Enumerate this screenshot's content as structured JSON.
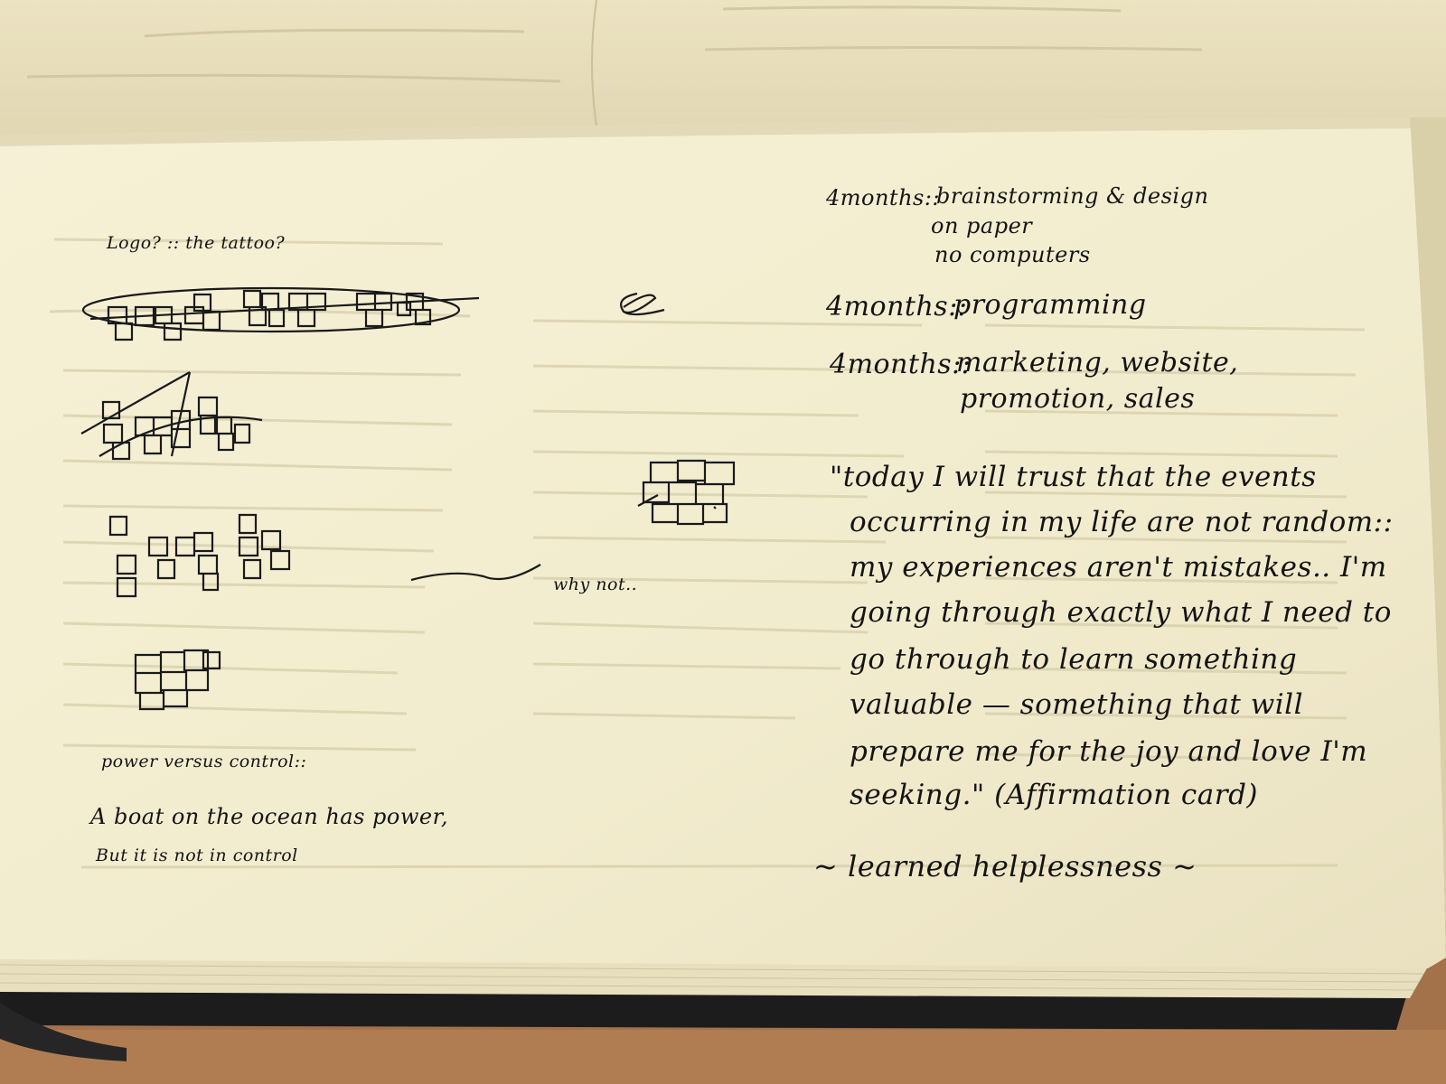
{
  "photo": {
    "subject": "handwritten notebook page",
    "colors": {
      "paper": "#f4efd2",
      "paper_shadow": "#ddd4b2",
      "ink": "#141414",
      "cover": "#1c1c1c",
      "wood": "#a3724a"
    }
  },
  "left_page": {
    "logo_question": "Logo? :: the tattoo?",
    "why_not": "why not..",
    "power_heading": "power versus control::",
    "boat_line_1": "A boat on the ocean has power,",
    "boat_line_2": "But it is not in control"
  },
  "right_page": {
    "plan": [
      {
        "duration": "4months::",
        "task_lines": [
          "brainstorming & design",
          "on paper",
          "no computers"
        ]
      },
      {
        "duration": "4months::",
        "task_lines": [
          "programming"
        ]
      },
      {
        "duration": "4months::",
        "task_lines": [
          "marketing, website,",
          "promotion, sales"
        ]
      }
    ],
    "quote_lines": [
      "\"today I will trust that the events",
      "occurring in my life are not random::",
      "my experiences aren't mistakes.. I'm",
      "going through exactly what I need to",
      "go through to learn something",
      "valuable — something that will",
      "prepare me for the joy and love I'm",
      "seeking.\" (Affirmation card)"
    ],
    "closing": "~ learned helplessness ~"
  }
}
